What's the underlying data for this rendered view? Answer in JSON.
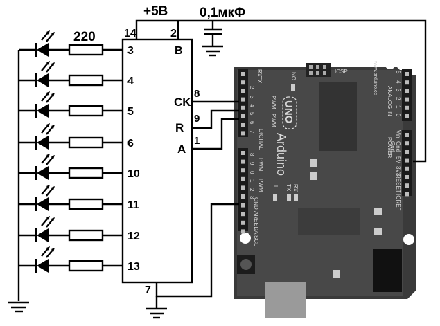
{
  "power": {
    "supply_label": "+5B",
    "capacitor_label": "0,1мкФ"
  },
  "resistor": {
    "value_label": "220"
  },
  "ic": {
    "pin_14": "14",
    "pin_2": "2",
    "pin_b": "B",
    "pin_7": "7",
    "outputs": [
      {
        "pin": "3"
      },
      {
        "pin": "4"
      },
      {
        "pin": "5"
      },
      {
        "pin": "6"
      },
      {
        "pin": "10"
      },
      {
        "pin": "11"
      },
      {
        "pin": "12"
      },
      {
        "pin": "13"
      }
    ],
    "inputs": [
      {
        "name": "CK",
        "pin": "8"
      },
      {
        "name": "R",
        "pin": "9"
      },
      {
        "name": "A",
        "pin": "1"
      }
    ]
  },
  "arduino": {
    "brand": "Arduino",
    "model": "UNO",
    "website": "www.arduino.cc",
    "on_label": "ON",
    "icsp_label": "ICSP",
    "digital_label": "DIGITAL",
    "analog_label": "ANALOG IN",
    "power_label": "POWER",
    "led_l": "L",
    "led_tx": "TX",
    "led_rx": "RX",
    "header_top": [
      "RX",
      "TX",
      "2",
      "3",
      "4",
      "5",
      "6",
      "7"
    ],
    "pwm_label": "PWM",
    "header_bottom": [
      "8",
      "9",
      "0",
      "1",
      "2",
      "3",
      "GND",
      "AREF",
      "SDA",
      "SCL"
    ],
    "power_pins": [
      "Vin",
      "Gnd",
      "Gnd",
      "5V",
      "3V3",
      "RESET",
      "IOREF"
    ],
    "analog_pins": [
      "5",
      "4",
      "3",
      "2",
      "1",
      "0"
    ],
    "rx_tx_top": [
      "RX",
      "TX"
    ]
  }
}
